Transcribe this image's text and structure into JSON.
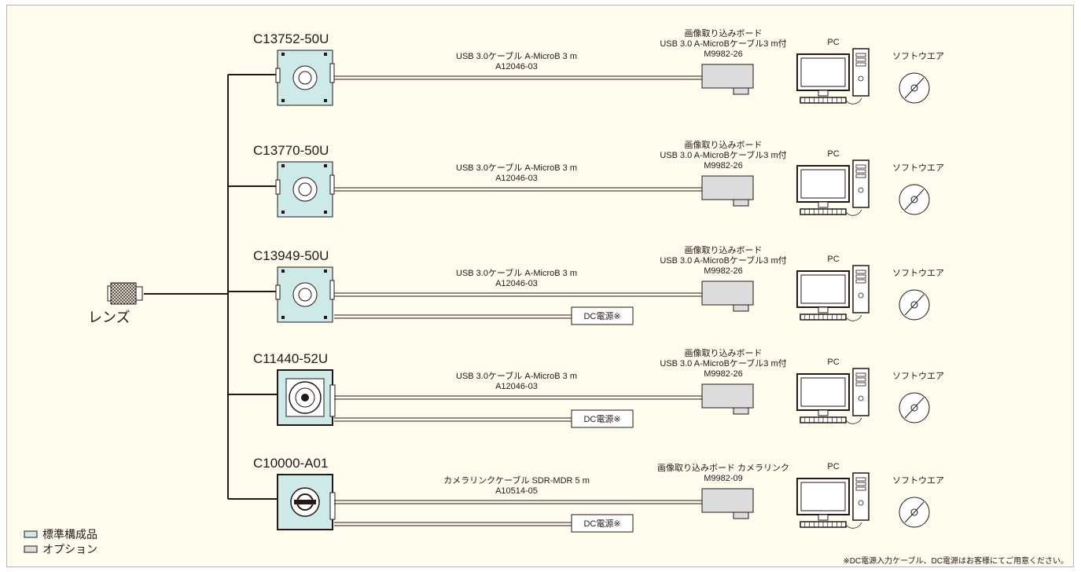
{
  "lens": {
    "label": "レンズ"
  },
  "systems": [
    {
      "model": "C13752-50U",
      "camera_style": "small",
      "cable_label": "USB 3.0ケーブル A-MicroB 3 m",
      "cable_code": "A12046-03",
      "board_lines": [
        "画像取り込みボード",
        "USB 3.0 A-MicroBケーブル3 m付",
        "M9982-26"
      ],
      "pc_label": "PC",
      "software_label": "ソフトウエア",
      "dc_label": ""
    },
    {
      "model": "C13770-50U",
      "camera_style": "small",
      "cable_label": "USB 3.0ケーブル A-MicroB 3 m",
      "cable_code": "A12046-03",
      "board_lines": [
        "画像取り込みボード",
        "USB 3.0 A-MicroBケーブル3 m付",
        "M9982-26"
      ],
      "pc_label": "PC",
      "software_label": "ソフトウエア",
      "dc_label": ""
    },
    {
      "model": "C13949-50U",
      "camera_style": "small",
      "cable_label": "USB 3.0ケーブル A-MicroB 3 m",
      "cable_code": "A12046-03",
      "board_lines": [
        "画像取り込みボード",
        "USB 3.0 A-MicroBケーブル3 m付",
        "M9982-26"
      ],
      "pc_label": "PC",
      "software_label": "ソフトウエア",
      "dc_label": "DC電源※"
    },
    {
      "model": "C11440-52U",
      "camera_style": "large",
      "cable_label": "USB 3.0ケーブル A-MicroB 3 m",
      "cable_code": "A12046-03",
      "board_lines": [
        "画像取り込みボード",
        "USB 3.0 A-MicroBケーブル3 m付",
        "M9982-26"
      ],
      "pc_label": "PC",
      "software_label": "ソフトウエア",
      "dc_label": "DC電源※"
    },
    {
      "model": "C10000-A01",
      "camera_style": "cl",
      "cable_label": "カメラリンクケーブル SDR-MDR 5 m",
      "cable_code": "A10514-05",
      "board_lines": [
        "画像取り込みボード カメラリンク",
        "M9982-09"
      ],
      "pc_label": "PC",
      "software_label": "ソフトウエア",
      "dc_label": "DC電源※"
    }
  ],
  "legend": [
    {
      "label": "標準構成品",
      "color": "#cde9e8"
    },
    {
      "label": "オプション",
      "color": "#dcdcdc"
    }
  ],
  "footnote": "※DC電源入力ケーブル、DC電源はお客様にてご用意ください。",
  "colors": {
    "background": "#fffcee",
    "standard": "#cde9e8",
    "option": "#dcdcdc",
    "line": "#231815"
  }
}
